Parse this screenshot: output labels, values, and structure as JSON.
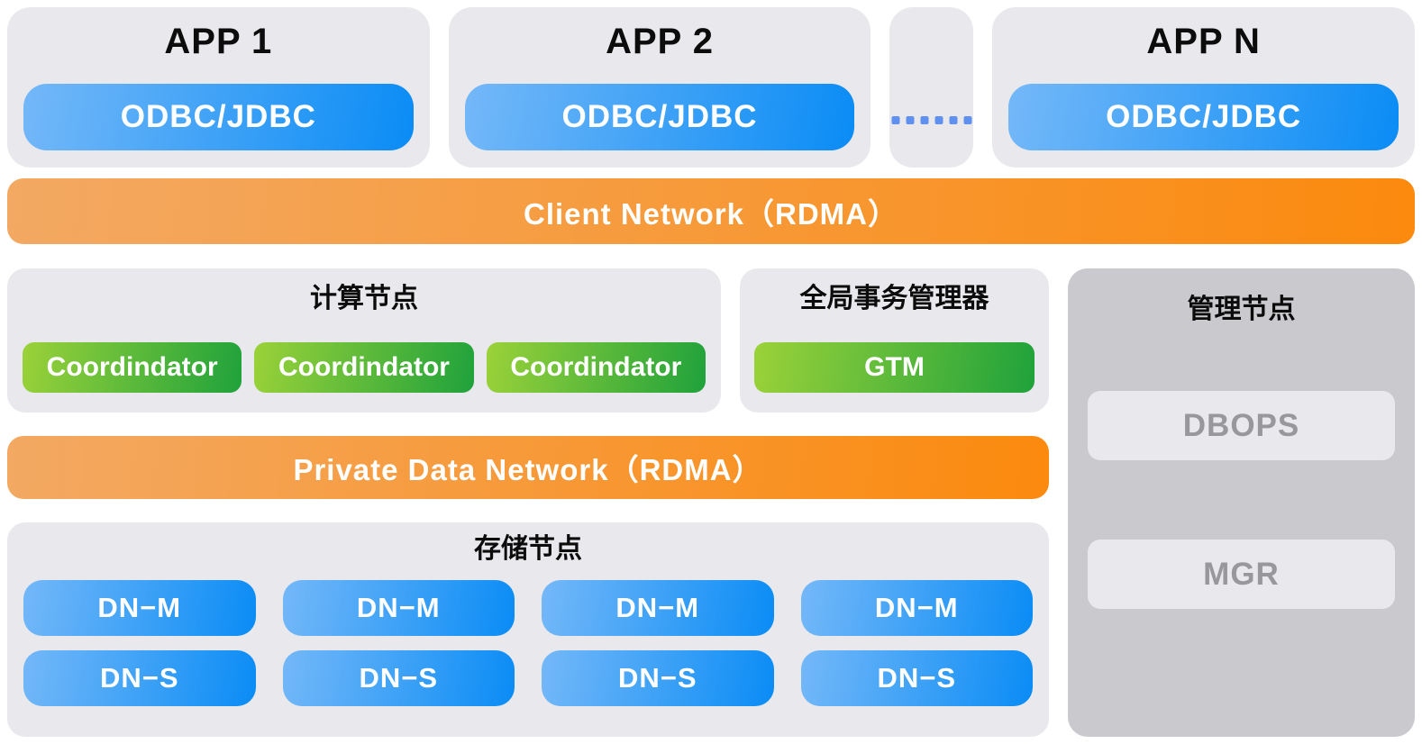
{
  "apps": {
    "panels": [
      {
        "title": "APP 1",
        "driver": "ODBC/JDBC"
      },
      {
        "title": "APP 2",
        "driver": "ODBC/JDBC"
      },
      {
        "title": "APP N",
        "driver": "ODBC/JDBC"
      }
    ],
    "ellipsis_dot_count": 6
  },
  "banners": {
    "client_network": "Client Network（RDMA）",
    "private_network": "Private Data Network（RDMA）"
  },
  "compute": {
    "title": "计算节点",
    "nodes": [
      "Coordindator",
      "Coordindator",
      "Coordindator"
    ]
  },
  "gtm": {
    "title": "全局事务管理器",
    "node": "GTM"
  },
  "management": {
    "title": "管理节点",
    "items": [
      "DBOPS",
      "MGR"
    ]
  },
  "storage": {
    "title": "存储节点",
    "columns": [
      {
        "master": "DN−M",
        "standby": "DN−S"
      },
      {
        "master": "DN−M",
        "standby": "DN−S"
      },
      {
        "master": "DN−M",
        "standby": "DN−S"
      },
      {
        "master": "DN−M",
        "standby": "DN−S"
      }
    ]
  },
  "colors": {
    "panel_bg": "#e9e9ed",
    "mgmt_bg": "#c9c9ce",
    "graybox_bg": "#e9e9ed",
    "gray_text": "#98989c",
    "blue_light": "#74b8f8",
    "blue_strong": "#0a8cf5",
    "green_light": "#9bd239",
    "green_strong": "#1fa23b",
    "orange_light": "#f3a963",
    "orange_strong": "#fb8a0e",
    "dot_blue": "#6191f0"
  }
}
